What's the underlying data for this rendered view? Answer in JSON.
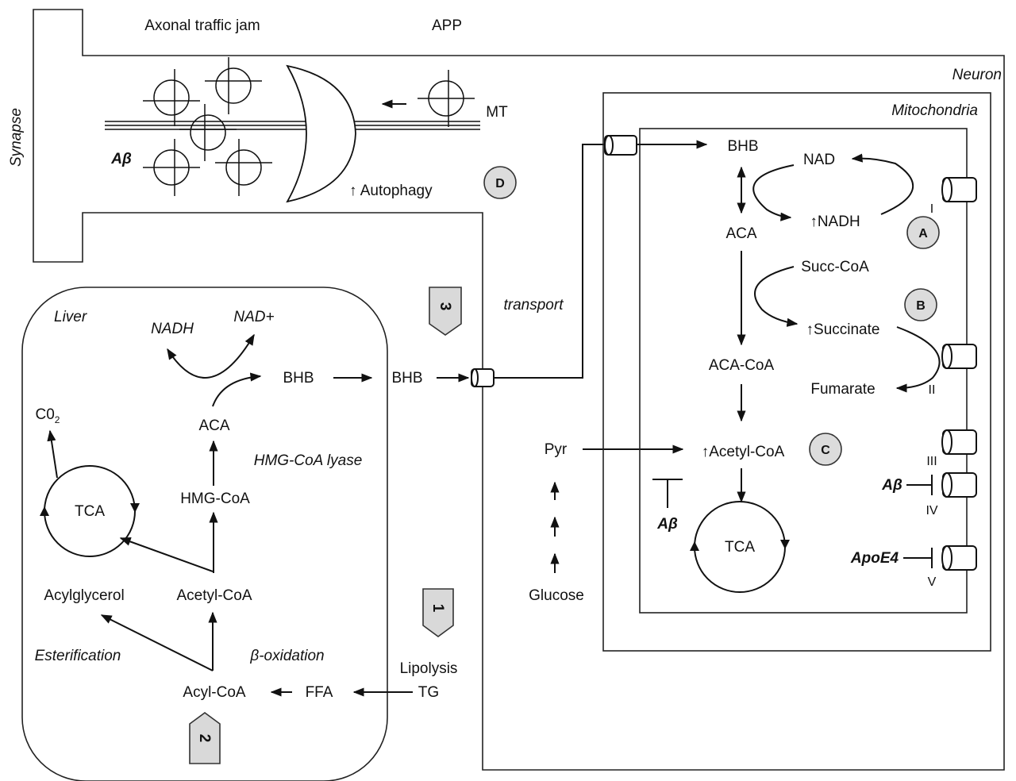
{
  "colors": {
    "line": "#111111",
    "badge_fill": "#dcdcdc",
    "background": "#ffffff"
  },
  "compartments": {
    "synapse": "Synapse",
    "neuron": "Neuron",
    "mitochondria": "Mitochondria",
    "liver": "Liver"
  },
  "axon": {
    "traffic_jam": "Axonal traffic jam",
    "app": "APP",
    "mt": "MT",
    "abeta": "Aβ",
    "autophagy": "↑ Autophagy"
  },
  "liver": {
    "nadh": "NADH",
    "nad_plus": "NAD+",
    "bhb_inner": "BHB",
    "bhb_outer": "BHB",
    "aca": "ACA",
    "hmg_coa_lyase": "HMG-CoA lyase",
    "hmg_coa": "HMG-CoA",
    "co2": "C0",
    "co2_sub": "2",
    "tca": "TCA",
    "acylglycerol": "Acylglycerol",
    "acetyl_coa": "Acetyl-CoA",
    "esterification": "Esterification",
    "beta_oxidation": "β-oxidation",
    "acyl_coa": "Acyl-CoA",
    "ffa": "FFA",
    "lipolysis": "Lipolysis",
    "tg": "TG"
  },
  "transport": "transport",
  "neuron": {
    "pyr": "Pyr",
    "glucose": "Glucose",
    "abeta_inhibit": "Aβ"
  },
  "mito": {
    "bhb": "BHB",
    "nad": "NAD",
    "nadh": "↑NADH",
    "aca": "ACA",
    "succ_coa": "Succ-CoA",
    "succinate": "↑Succinate",
    "aca_coa": "ACA-CoA",
    "fumarate": "Fumarate",
    "acetyl_coa": "↑Acetyl-CoA",
    "tca": "TCA",
    "complex_i": "I",
    "complex_ii": "II",
    "complex_iii": "III",
    "complex_iv": "IV",
    "complex_v": "V",
    "abeta": "Aβ",
    "apoe4": "ApoE4"
  },
  "badges": {
    "a": "A",
    "b": "B",
    "c": "C",
    "d": "D"
  },
  "steps": {
    "s1": "1",
    "s2": "2",
    "s3": "3"
  }
}
